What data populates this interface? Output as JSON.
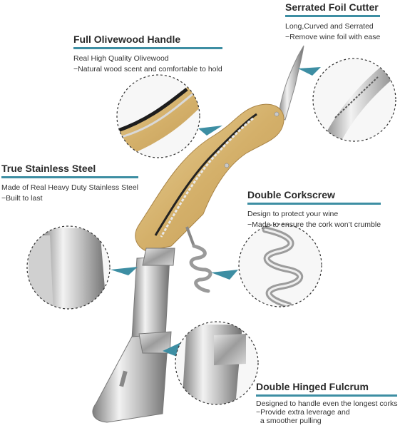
{
  "accent_color": "#3d8ea3",
  "features": {
    "foil_cutter": {
      "title": "Serrated Foil Cutter",
      "line1": "Long,Curved and Serrated",
      "line2": "−Remove wine foil with ease"
    },
    "handle": {
      "title": "Full Olivewood Handle",
      "line1": "Real High Quality Olivewood",
      "line2": "−Natural wood scent and comfortable to hold"
    },
    "steel": {
      "title": "True Stainless Steel",
      "line1": "Made of Real Heavy Duty Stainless Steel",
      "line2": "−Built to last"
    },
    "corkscrew": {
      "title": "Double Corkscrew",
      "line1": "Design to protect your wine",
      "line2": "−Made to ensure the cork won’t crumble"
    },
    "fulcrum": {
      "title": "Double Hinged Fulcrum",
      "line1": "Designed to handle even the longest corks",
      "line2": "−Provide extra leverage and",
      "line3": "  a smoother pulling"
    }
  }
}
